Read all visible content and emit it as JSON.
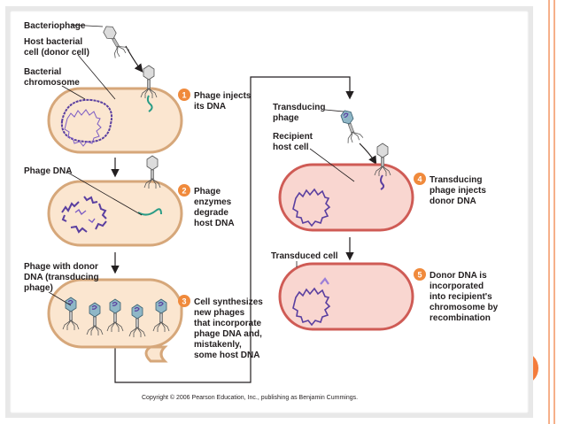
{
  "colors": {
    "slide_line": "#f6b08a",
    "slide_dot": "#f47c3c",
    "donor_fill": "#fbe6d0",
    "donor_border": "#d6a77a",
    "recipient_fill": "#f9d6d0",
    "recipient_border": "#cf5b55",
    "bacterial_dna": "#5a3fa0",
    "phage_dna": "#2a9c86",
    "step_circle": "#f08a3c"
  },
  "labels": {
    "bacteriophage": "Bacteriophage",
    "host_line1": "Host bacterial",
    "host_line2": "cell (donor cell)",
    "chrom_line1": "Bacterial",
    "chrom_line2": "chromosome",
    "phage_dna": "Phage DNA",
    "with_donor_line1": "Phage with donor",
    "with_donor_line2": "DNA (transducing",
    "with_donor_line3": "phage)",
    "transducing_line1": "Transducing",
    "transducing_line2": "phage",
    "recipient_line1": "Recipient",
    "recipient_line2": "host cell",
    "transduced_cell": "Transduced cell"
  },
  "steps": [
    {
      "num": "1",
      "lines": [
        "Phage injects",
        "its DNA"
      ]
    },
    {
      "num": "2",
      "lines": [
        "Phage",
        "enzymes",
        "degrade",
        "host DNA"
      ]
    },
    {
      "num": "3",
      "lines": [
        "Cell synthesizes",
        "new phages",
        "that incorporate",
        "phage DNA and,",
        "mistakenly,",
        "some host DNA"
      ]
    },
    {
      "num": "4",
      "lines": [
        "Transducing",
        "phage injects",
        "donor DNA"
      ]
    },
    {
      "num": "5",
      "lines": [
        "Donor DNA is",
        "incorporated",
        "into recipient's",
        "chromosome by",
        "recombination"
      ]
    }
  ],
  "copyright": "Copyright © 2006 Pearson Education, Inc., publishing as Benjamin Cummings."
}
